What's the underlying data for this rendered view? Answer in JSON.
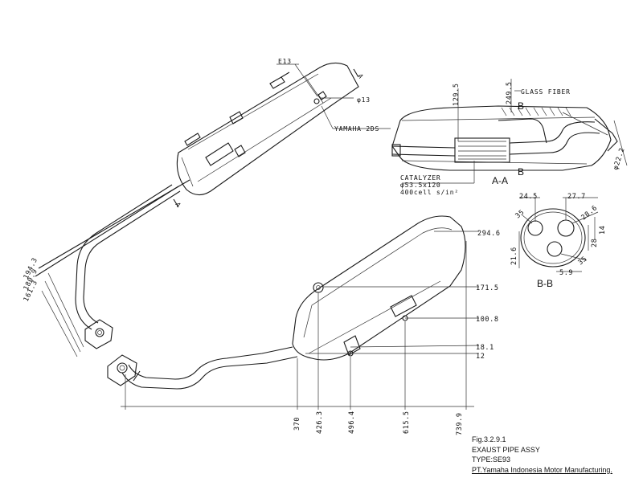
{
  "caption": {
    "fig": "Fig.3.2.9.1",
    "title": "EXAUST PIPE ASSY",
    "type": "TYPE:SE93",
    "maker": "PT.Yamaha Indonesia Motor Manufacturing."
  },
  "top_view": {
    "label_e13": "E13",
    "label_phi13": "φ13",
    "label_yamaha": "YAMAHA 2DS",
    "section_mark_a1": "A",
    "section_mark_a2": "A",
    "pipe_dims": [
      "194.3",
      "180.9",
      "161.3"
    ]
  },
  "section_aa": {
    "dim_129_5": "129.5",
    "dim_249_5": "249.5",
    "glass_fiber": "GLASS FIBER",
    "catalyzer": "CATALYZER",
    "catalyzer_size": "φ53.5x120",
    "catalyzer_cell": "400cell s/in²",
    "title": "A-A",
    "dim_phi22_2": "φ22.2",
    "mark_b_top": "B",
    "mark_b_bottom": "B"
  },
  "section_bb": {
    "dims": [
      "24.5",
      "27.7",
      "35",
      "28.6",
      "14",
      "28",
      "21.6",
      "35",
      "5.9"
    ],
    "title": "B-B"
  },
  "side_view": {
    "dims_right": [
      "294.6",
      "171.5",
      "100.8",
      "18.1",
      "12"
    ],
    "dims_bottom": [
      "370",
      "426.3",
      "496.4",
      "615.5",
      "739.9"
    ]
  }
}
